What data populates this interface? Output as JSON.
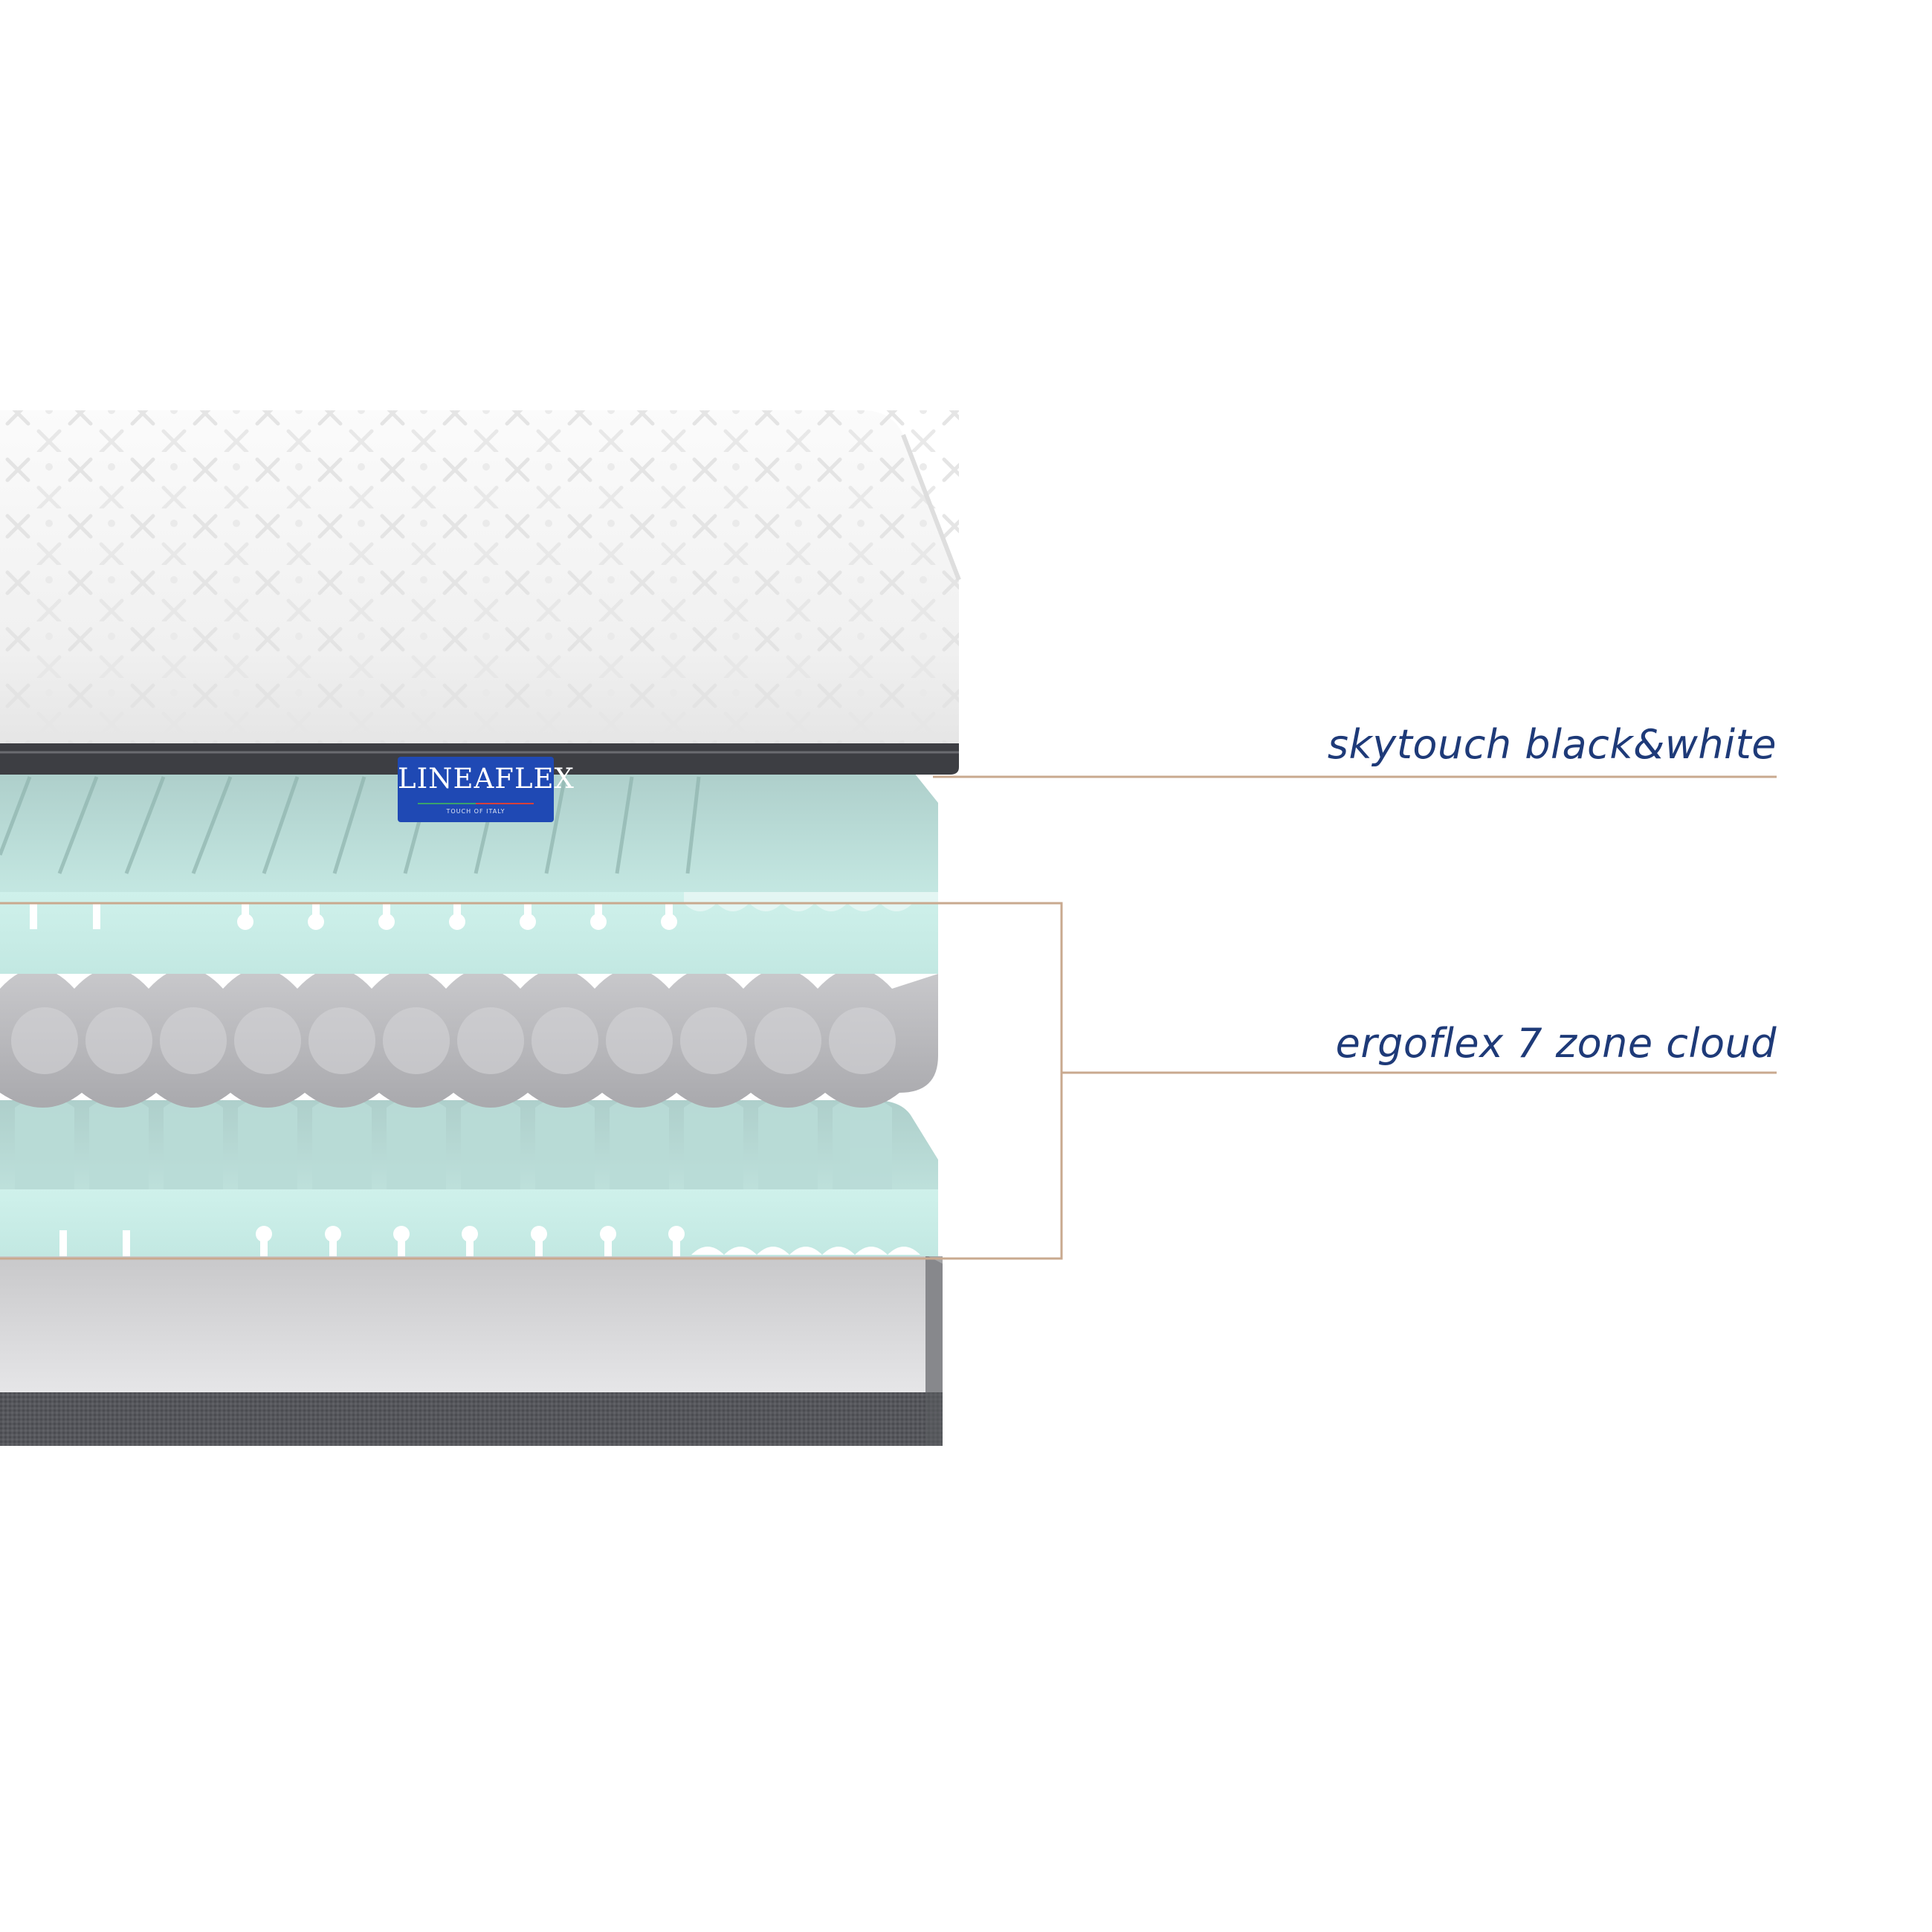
{
  "image": {
    "subject": "mattress-layers-cutaway",
    "background_color": "#ffffff"
  },
  "brand_label": {
    "name": "LINEAFLEX",
    "tagline": "TOUCH OF ITALY",
    "color": "#1f49b4"
  },
  "callouts": {
    "line_color": "#c9a98f",
    "text_color": "#1e3a78",
    "top_label": "skytouch black&white",
    "middle_label": "ergoflex 7 zone cloud"
  },
  "colors": {
    "cover_white": "#f3f3f3",
    "foam_mint": "#c7ece6",
    "foam_grey": "#b8b8bc",
    "base_grey": "#d8d8da",
    "fabric_dark": "#55565b",
    "zip_band": "#3a3b40"
  }
}
